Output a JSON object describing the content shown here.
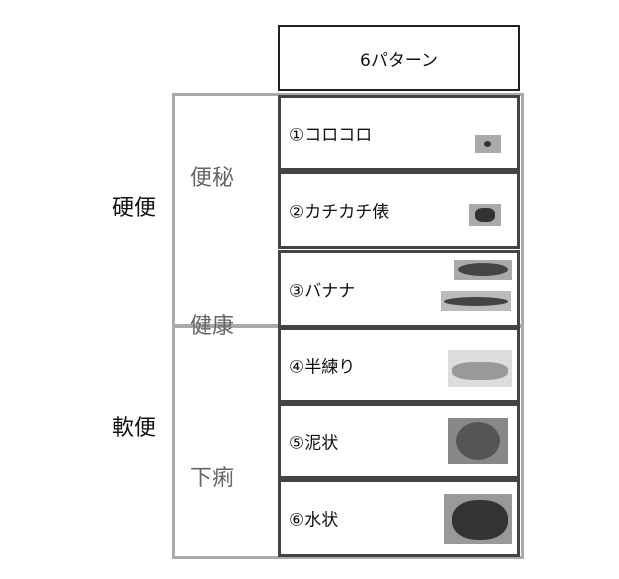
{
  "header": "6パターン",
  "outer_labels": {
    "hard": "硬便",
    "soft": "軟便"
  },
  "group_labels": {
    "constipation": "便秘",
    "healthy": "健康",
    "diarrhea": "下痢"
  },
  "patterns": [
    {
      "label": "①コロコロ"
    },
    {
      "label": "②カチカチ俵"
    },
    {
      "label": "③バナナ"
    },
    {
      "label": "④半練り"
    },
    {
      "label": "⑤泥状"
    },
    {
      "label": "⑥水状"
    }
  ]
}
